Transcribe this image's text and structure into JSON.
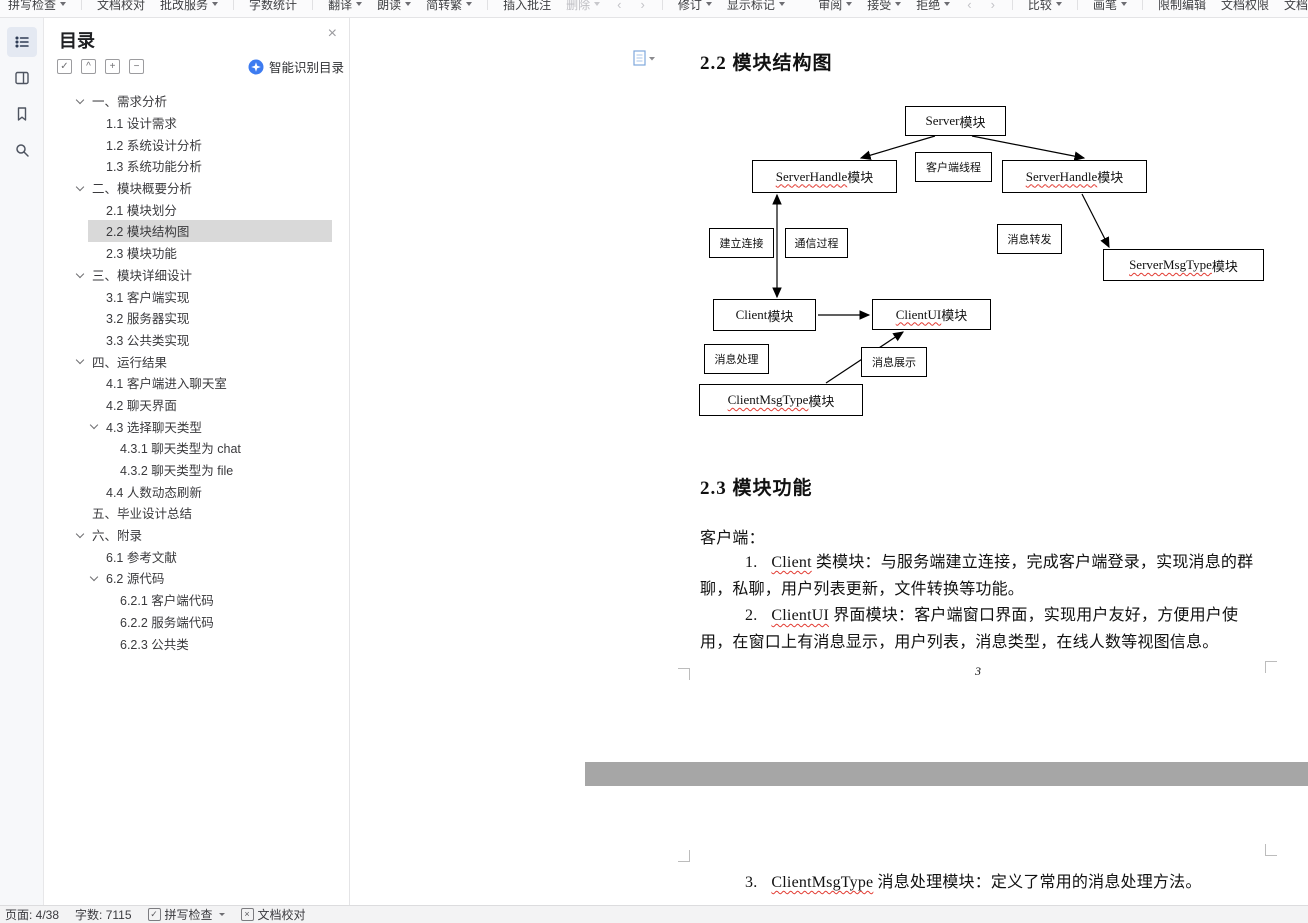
{
  "icons": {
    "close": "×",
    "check": "✓",
    "cross": "×",
    "chevron_up": "^",
    "plus": "+",
    "minus": "−",
    "prev": "‹",
    "next": "›"
  },
  "toolbar": {
    "items": [
      {
        "label": "拼写检查"
      },
      {
        "label": "文档校对"
      },
      {
        "label": "批改服务"
      },
      {
        "label": "字数统计"
      },
      {
        "label": "翻译"
      },
      {
        "label": "朗读"
      },
      {
        "label": "简转繁"
      },
      {
        "label": "插入批注"
      },
      {
        "label": "删除"
      },
      {
        "label": "修订"
      },
      {
        "label": "显示标记"
      },
      {
        "label": "审阅"
      },
      {
        "label": "接受"
      },
      {
        "label": "拒绝"
      },
      {
        "label": "比较"
      },
      {
        "label": "画笔"
      },
      {
        "label": "限制编辑"
      },
      {
        "label": "文档权限"
      },
      {
        "label": "文档"
      }
    ]
  },
  "toc": {
    "title": "目录",
    "smart_label": "智能识别目录",
    "tree": [
      {
        "label": "一、需求分析"
      },
      {
        "label": "1.1 设计需求"
      },
      {
        "label": "1.2 系统设计分析"
      },
      {
        "label": "1.3 系统功能分析"
      },
      {
        "label": "二、模块概要分析"
      },
      {
        "label": "2.1 模块划分"
      },
      {
        "label": "2.2 模块结构图"
      },
      {
        "label": "2.3 模块功能"
      },
      {
        "label": "三、模块详细设计"
      },
      {
        "label": "3.1 客户端实现"
      },
      {
        "label": "3.2 服务器实现"
      },
      {
        "label": "3.3 公共类实现"
      },
      {
        "label": "四、运行结果"
      },
      {
        "label": "4.1 客户端进入聊天室"
      },
      {
        "label": "4.2 聊天界面"
      },
      {
        "label": "4.3 选择聊天类型"
      },
      {
        "label": "4.3.1 聊天类型为 chat"
      },
      {
        "label": "4.3.2 聊天类型为 file"
      },
      {
        "label": "4.4 人数动态刷新"
      },
      {
        "label": "五、毕业设计总结"
      },
      {
        "label": "六、附录"
      },
      {
        "label": "6.1 参考文献"
      },
      {
        "label": "6.2 源代码"
      },
      {
        "label": "6.2.1 客户端代码"
      },
      {
        "label": "6.2.2 服务端代码"
      },
      {
        "label": "6.2.3 公共类"
      }
    ]
  },
  "document": {
    "section_2_2_title": "2.2  模块结构图",
    "section_2_3_title": "2.3  模块功能",
    "client_intro": "客户端：",
    "items": [
      {
        "num": "1.",
        "en": "Client",
        "rest": " 类模块：与服务端建立连接，完成客户端登录，实现消息的群聊，私聊，用户列表更新，文件转换等功能。"
      },
      {
        "num": "2.",
        "en": "ClientUI",
        "rest": " 界面模块：客户端窗口界面，实现用户友好，方便用户使用，在窗口上有消息显示，用户列表，消息类型，在线人数等视图信息。"
      },
      {
        "num": "3.",
        "en": "ClientMsgType",
        "rest": " 消息处理模块：定义了常用的消息处理方法。"
      }
    ],
    "page_number": "3",
    "diagram": {
      "boxes": [
        {
          "en": "Server",
          "cn": " 模块"
        },
        {
          "cn": "客户端线程"
        },
        {
          "en": "ServerHandle",
          "cn": " 模块"
        },
        {
          "en": "ServerHandle",
          "cn": " 模块"
        },
        {
          "cn": "建立连接"
        },
        {
          "cn": "通信过程"
        },
        {
          "cn": "消息转发"
        },
        {
          "en": "ServerMsgType",
          "cn": " 模块"
        },
        {
          "en": "Client",
          "cn": " 模块"
        },
        {
          "en": "ClientUI",
          "cn": " 模块"
        },
        {
          "cn": "消息处理"
        },
        {
          "cn": "消息展示"
        },
        {
          "en": "ClientMsgType",
          "cn": " 模块"
        }
      ]
    }
  },
  "status": {
    "page": "页面: 4/38",
    "words": "字数: 7115",
    "spell": "拼写检查",
    "proof": "文档校对"
  }
}
